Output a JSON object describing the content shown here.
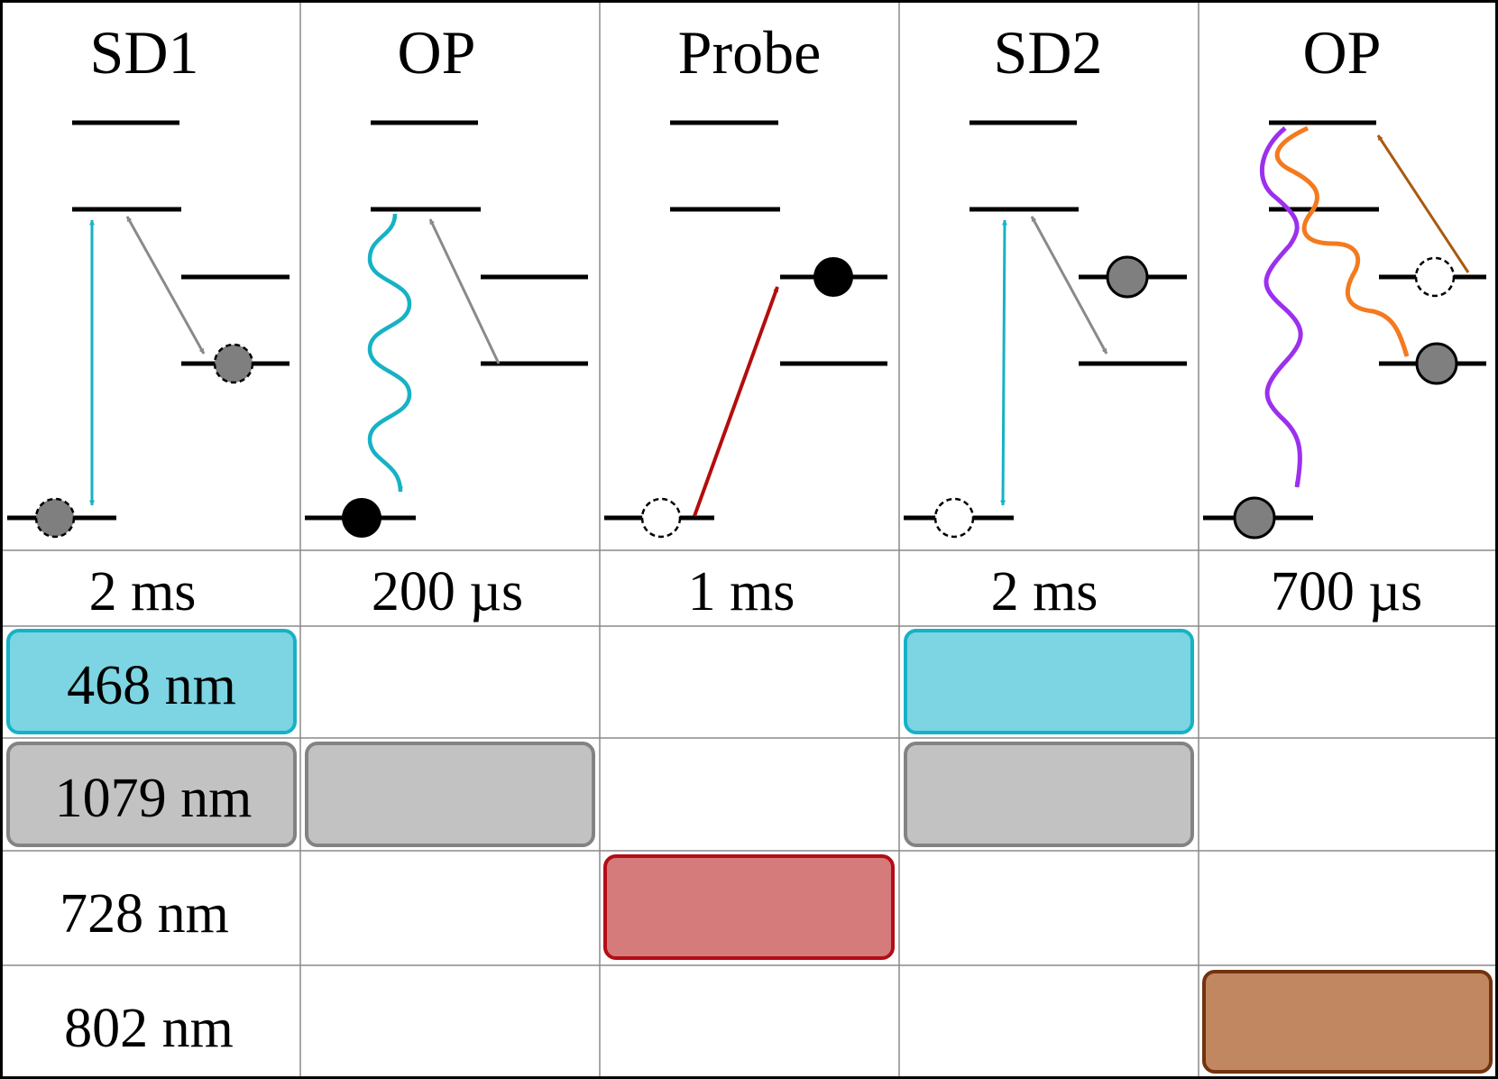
{
  "columns": [
    {
      "title": "SD1",
      "duration": "2 ms"
    },
    {
      "title": "OP",
      "duration": "200 µs"
    },
    {
      "title": "Probe",
      "duration": "1 ms"
    },
    {
      "title": "SD2",
      "duration": "2 ms"
    },
    {
      "title": "OP",
      "duration": "700 µs"
    }
  ],
  "lasers": [
    {
      "label": "468 nm",
      "color": "#7dd4e2",
      "border": "#16b2c5",
      "on": [
        true,
        false,
        false,
        true,
        false
      ],
      "text_in": [
        0
      ]
    },
    {
      "label": "1079 nm",
      "color": "#c2c2c2",
      "border": "#838383",
      "on": [
        true,
        true,
        false,
        true,
        false
      ],
      "text_in": [
        0
      ]
    },
    {
      "label": "728 nm",
      "color": "#d67b7b",
      "border": "#b30d17",
      "on": [
        false,
        false,
        true,
        false,
        false
      ],
      "text_in": []
    },
    {
      "label": "802 nm",
      "color": "#c18761",
      "border": "#73330f",
      "on": [
        false,
        false,
        false,
        false,
        true
      ],
      "text_in": []
    }
  ],
  "colors": {
    "cyan_468": "#16b2c5",
    "gray_1079": "#8a8a8a",
    "red_728": "#b30d0d",
    "brown_802": "#a85a10",
    "purple_decay": "#9b30ee",
    "orange_decay": "#f47a1f",
    "atom_gray": "#7f7f7f",
    "atom_black": "#000000",
    "grid_line": "#8a8a8a",
    "level_line": "#000000"
  },
  "atoms": [
    {
      "panel": 0,
      "level": "ground",
      "style": "gray-dashed"
    },
    {
      "panel": 0,
      "level": "lower",
      "style": "gray-dashed"
    },
    {
      "panel": 1,
      "level": "ground",
      "style": "black"
    },
    {
      "panel": 2,
      "level": "ground",
      "style": "empty-dashed"
    },
    {
      "panel": 2,
      "level": "upper",
      "style": "black"
    },
    {
      "panel": 3,
      "level": "ground",
      "style": "empty-dashed"
    },
    {
      "panel": 3,
      "level": "upper",
      "style": "gray-solid"
    },
    {
      "panel": 4,
      "level": "ground",
      "style": "gray-solid"
    },
    {
      "panel": 4,
      "level": "upper",
      "style": "empty-dashed"
    },
    {
      "panel": 4,
      "level": "lower",
      "style": "gray-solid"
    }
  ]
}
